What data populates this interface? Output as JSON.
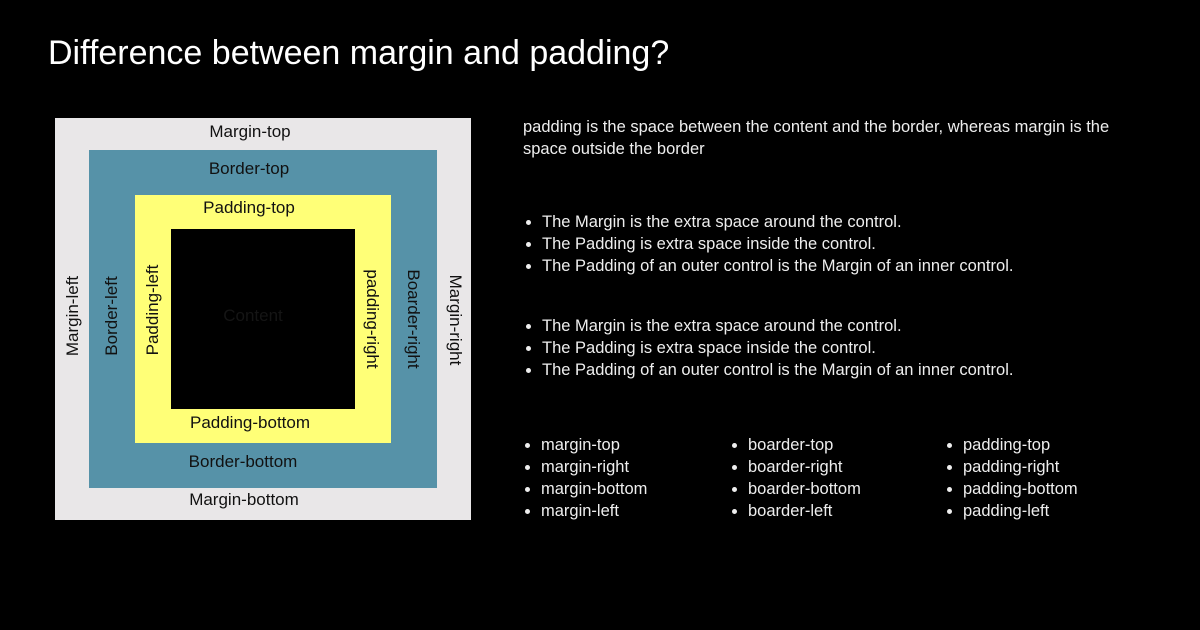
{
  "title": "Difference between margin and padding?",
  "diagram": {
    "margin_top": "Margin-top",
    "margin_bottom": "Margin-bottom",
    "margin_left": "Margin-left",
    "margin_right": "Margin-right",
    "border_top": "Border-top",
    "border_bottom": "Border-bottom",
    "border_left": "Border-left",
    "border_right": "Boarder-right",
    "padding_top": "Padding-top",
    "padding_bottom": "Padding-bottom",
    "padding_left": "Padding-left",
    "padding_right": "padding-right",
    "content": "Content",
    "colors": {
      "margin": "#e9e7e8",
      "border": "#5692a8",
      "padding": "#ffff77",
      "content": "#000000"
    }
  },
  "description": "padding is the space between the content and the border, whereas margin is the space outside the border",
  "list1": [
    "The Margin is the extra space around the control.",
    "The Padding is extra space inside the control.",
    "The Padding of an outer control is the Margin of an inner control."
  ],
  "list2": [
    "The Margin is the extra space around the control.",
    "The Padding is extra space inside the control.",
    "The Padding of an outer control is the Margin of an inner control."
  ],
  "margin_props": [
    "margin-top",
    "margin-right",
    "margin-bottom",
    "margin-left"
  ],
  "border_props": [
    "boarder-top",
    "boarder-right",
    "boarder-bottom",
    "boarder-left"
  ],
  "padding_props": [
    "padding-top",
    "padding-right",
    "padding-bottom",
    "padding-left"
  ]
}
